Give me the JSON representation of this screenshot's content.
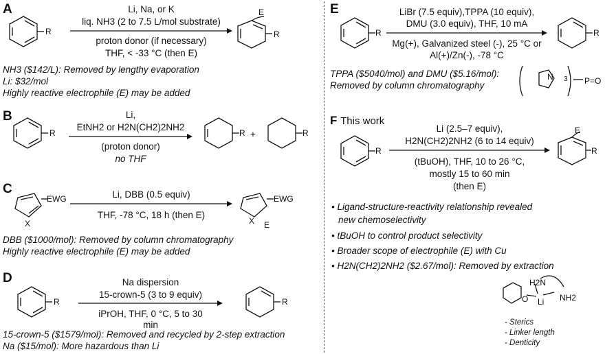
{
  "A": {
    "label": "A",
    "above": [
      "Li, Na, or K",
      "liq. NH3 (2 to 7.5 L/mol substrate)"
    ],
    "below": [
      "proton donor (if necessary)",
      "THF, < -33 °C (then E)"
    ],
    "notes": [
      "NH3 ($142/L): Removed by lengthy evaporation",
      "Li: $32/mol",
      "Highly reactive electrophile (E) may be added"
    ],
    "sub_R": "R",
    "prod_E": "E",
    "prod_R": "R"
  },
  "B": {
    "label": "B",
    "above": [
      "Li,",
      "EtNH2 or H2N(CH2)2NH2"
    ],
    "below": [
      "(proton donor)",
      "no THF"
    ],
    "sub_R": "R",
    "prod1_R": "R",
    "plus": "+",
    "prod2_R": "R"
  },
  "C": {
    "label": "C",
    "above": "Li, DBB (0.5 equiv)",
    "below": "THF, -78 °C, 18 h (then E)",
    "sub_EWG": "EWG",
    "sub_X": "X",
    "prod_EWG": "EWG",
    "prod_X": "X",
    "prod_E": "E",
    "notes": [
      "DBB ($1000/mol): Removed by column chromatography",
      "Highly reactive electrophile (E) may be added"
    ]
  },
  "D": {
    "label": "D",
    "above": [
      "Na dispersion",
      "15-crown-5 (3 to 9 equiv)"
    ],
    "below": [
      "iPrOH, THF, 0 °C, 5 to 30",
      "min"
    ],
    "sub_R": "R",
    "prod_R": "R",
    "notes": [
      "15-crown-5 ($1579/mol): Removed and recycled by 2-step extraction",
      "Na ($15/mol): More hazardous than Li"
    ]
  },
  "E": {
    "label": "E",
    "above": [
      "LiBr (7.5 equiv),TPPA (10 equiv),",
      "DMU (3.0 equiv), THF, 10 mA"
    ],
    "below": [
      "Mg(+), Galvanized steel (-), 25 °C or",
      "Al(+)/Zn(-), -78 °C"
    ],
    "sub_R": "R",
    "prod_R": "R",
    "notes": [
      "TPPA ($5040/mol) and DMU ($5.16/mol):",
      "Removed by column chromatography"
    ],
    "tppa_N": "N",
    "tppa_P": "P=O",
    "tppa_sub": "3"
  },
  "F": {
    "label": "F",
    "title": "This work",
    "above": [
      "Li (2.5–7 equiv),",
      "H2N(CH2)2NH2 (6 to 14 equiv)"
    ],
    "below": [
      "(tBuOH), THF, 10 to 26 °C,",
      "mostly 15 to 60 min",
      "(then E)"
    ],
    "sub_R": "R",
    "prod_E": "E",
    "prod_R": "R",
    "bullets": [
      "Ligand-structure-reactivity relationship revealed",
      "new chemoselectivity",
      "tBuOH to control product selectivity",
      "Broader scope of electrophile (E) with Cu",
      "H2N(CH2)2NH2 ($2.67/mol): Removed by extraction"
    ],
    "complex": {
      "h2n": "H2N",
      "nh2": "NH2",
      "o": "O",
      "li": "Li"
    },
    "complex_notes": [
      "- Sterics",
      "- Linker length",
      "- Denticity"
    ]
  }
}
